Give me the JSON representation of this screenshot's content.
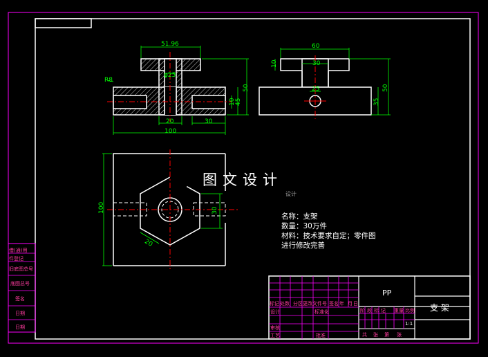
{
  "drawing": {
    "watermark": "图文设计",
    "watermark_sub": "设计",
    "notes": {
      "name": "名称：支架",
      "quantity": "数量：30万件",
      "material": "材料：技术要求自定；零件图",
      "remark": "进行修改完善"
    },
    "front_view": {
      "dim_top": "51.96",
      "dim_bore": "φ25",
      "dim_r": "R8",
      "dim_50": "50",
      "dim_10": "10",
      "dim_45": "45",
      "dim_20": "20",
      "dim_30": "30",
      "dim_100": "100"
    },
    "side_view": {
      "dim_60": "60",
      "dim_30": "30",
      "dim_10": "10",
      "dim_25": "25",
      "dim_50": "50",
      "dim_35": "35"
    },
    "top_view": {
      "dim_100": "100",
      "dim_30": "30",
      "dim_20": "20"
    },
    "left_strip": [
      "借(通)用",
      "件登记",
      "旧底图总号",
      "底图总号",
      "签名",
      "日期",
      "日期"
    ],
    "title_block": {
      "part_code": "PP",
      "part_name": "支 架",
      "header_row": [
        "标记",
        "处数",
        "分区",
        "更改文件号",
        "签名",
        "年",
        "月",
        "日"
      ],
      "rows_left": [
        "设计",
        "",
        "审核",
        "工艺"
      ],
      "rows_mid": [
        "标准化",
        "",
        "批准"
      ],
      "stage_row": [
        "阶",
        "段",
        "标",
        "记",
        "重量",
        "比例"
      ],
      "scale": "1:1",
      "sheet_row": [
        "共",
        "张",
        "第",
        "张"
      ]
    }
  },
  "colors": {
    "background": "#000000",
    "outline": "#ffffff",
    "dimension": "#00ff00",
    "centerline": "#ff0000",
    "frame": "#ff00ff"
  }
}
